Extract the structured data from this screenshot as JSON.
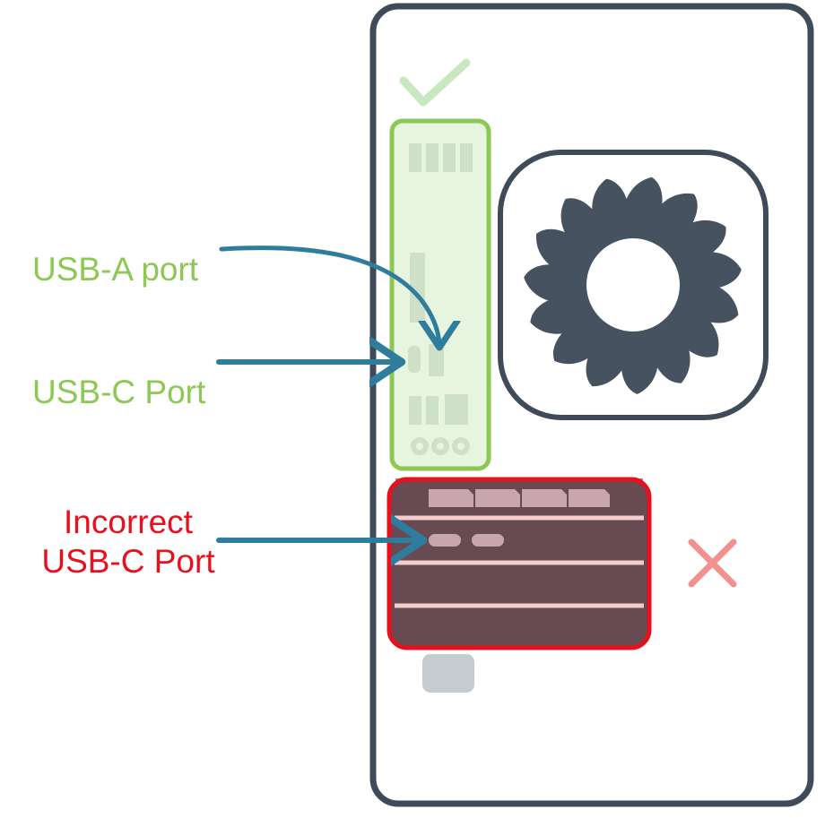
{
  "labels": {
    "usb_a": "USB-A port",
    "usb_c": "USB-C Port",
    "incorrect_line1": "Incorrect",
    "incorrect_line2": "USB-C Port"
  },
  "icons": {
    "correct": "checkmark-icon",
    "incorrect": "cross-icon",
    "fan": "fan-icon"
  },
  "colors": {
    "good": "#8cc853",
    "good_fill": "#e6f4e0",
    "bad": "#e8101c",
    "bad_fill": "#684a52",
    "bad_slot": "#c9a6ae",
    "arrow": "#2e7d9c",
    "case_stroke": "#3f4b58",
    "fan": "#46525f",
    "cross": "#f2918f",
    "check": "#c9e8c0"
  }
}
